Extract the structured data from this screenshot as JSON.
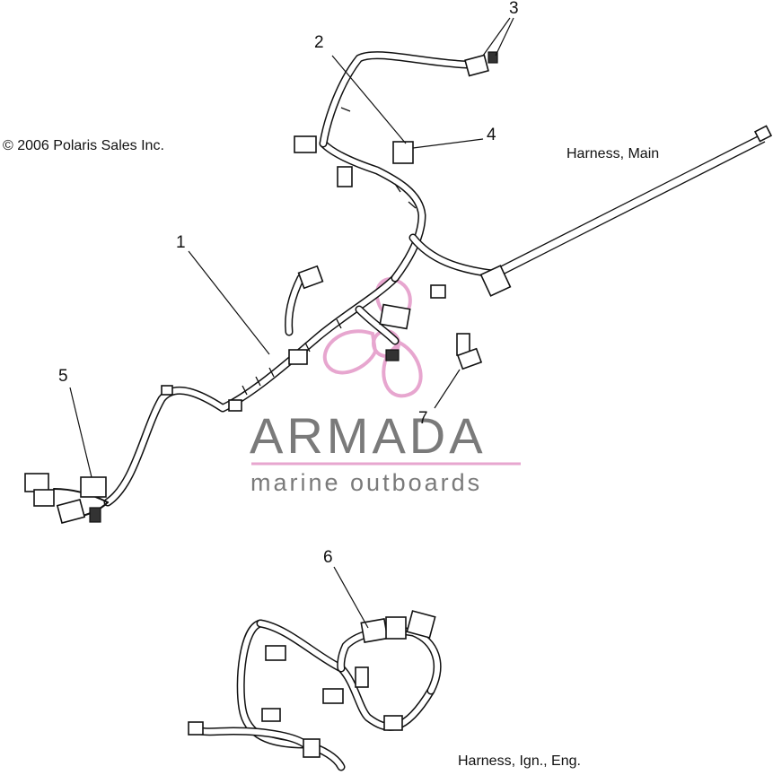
{
  "copyright": "© 2006 Polaris Sales Inc.",
  "captions": {
    "main_harness": "Harness, Main",
    "ign_harness": "Harness, Ign., Eng."
  },
  "callouts": [
    "1",
    "2",
    "3",
    "4",
    "5",
    "6",
    "7"
  ],
  "watermark": {
    "title": "ARMADA",
    "subtitle": "marine outboards",
    "accent_color": "#e7a6cf",
    "text_color": "#7a7a7a"
  }
}
